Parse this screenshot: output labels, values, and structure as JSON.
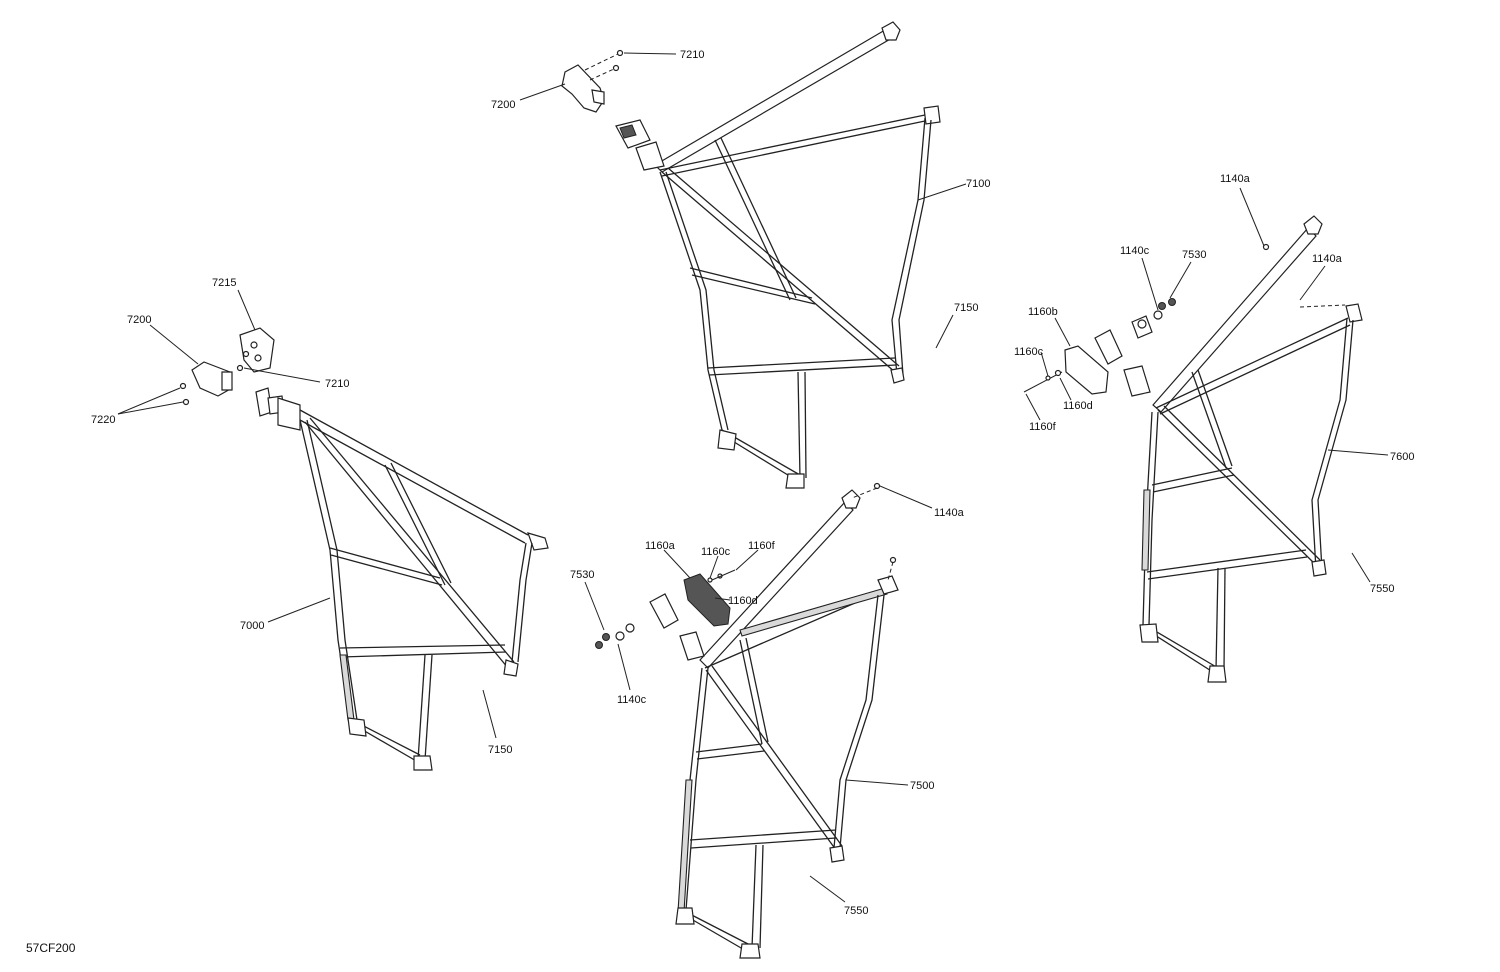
{
  "diagram_code": "57CF200",
  "callouts": {
    "c7210_top": "7210",
    "c7200_top": "7200",
    "c7100": "7100",
    "c7150_top": "7150",
    "c7215": "7215",
    "c7200_left": "7200",
    "c7210_left": "7210",
    "c7220": "7220",
    "c7000": "7000",
    "c7150_left": "7150",
    "c1140a_r1": "1140a",
    "c1140c_r": "1140c",
    "c7530_r": "7530",
    "c1140a_r2": "1140a",
    "c1160b": "1160b",
    "c1160c_r": "1160c",
    "c1160d_r": "1160d",
    "c1160f_r": "1160f",
    "c7600": "7600",
    "c7550_r": "7550",
    "c1140a_c": "1140a",
    "c1160a": "1160a",
    "c1160c_c": "1160c",
    "c1160f_c": "1160f",
    "c7530_c": "7530",
    "c1160d_c": "1160d",
    "c1140c_c": "1140c",
    "c7500": "7500",
    "c7550_c": "7550"
  }
}
